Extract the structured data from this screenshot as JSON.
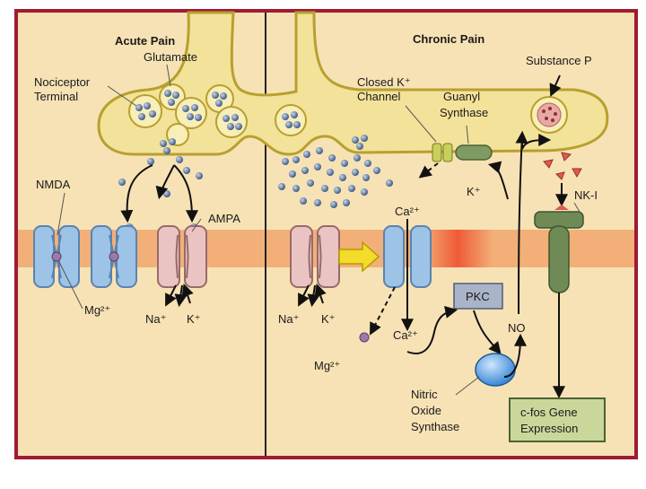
{
  "panels": {
    "left_title": "Acute Pain",
    "right_title": "Chronic Pain"
  },
  "labels": {
    "glutamate": "Glutamate",
    "nociceptor_1": "Nociceptor",
    "nociceptor_2": "Terminal",
    "nmda": "NMDA",
    "ampa": "AMPA",
    "mg_left": "Mg²⁺",
    "na_left": "Na⁺",
    "k_left": "K⁺",
    "closed_k_1": "Closed K⁺",
    "closed_k_2": "Channel",
    "guanyl_1": "Guanyl",
    "guanyl_2": "Synthase",
    "k_plus_right": "K⁺",
    "substance_p": "Substance P",
    "nk1": "NK-I",
    "ca_top": "Ca²⁺",
    "na_right": "Na⁺",
    "k_right": "K⁺",
    "ca_bottom": "Ca²⁺",
    "mg_right": "Mg²⁺",
    "pkc": "PKC",
    "no": "NO",
    "nos_1": "Nitric",
    "nos_2": "Oxide",
    "nos_3": "Synthase",
    "cfos_1": "c-fos Gene",
    "cfos_2": "Expression"
  },
  "colors": {
    "background": "#f7e2b5",
    "terminal": "#f3e29a",
    "membrane": "#f2b078",
    "channel_blue": "#9dc3e6",
    "channel_pink": "#e9c4c2",
    "receptor": "#6f8a55",
    "border": "#9e1b32",
    "vesicle": "#4a6690"
  }
}
